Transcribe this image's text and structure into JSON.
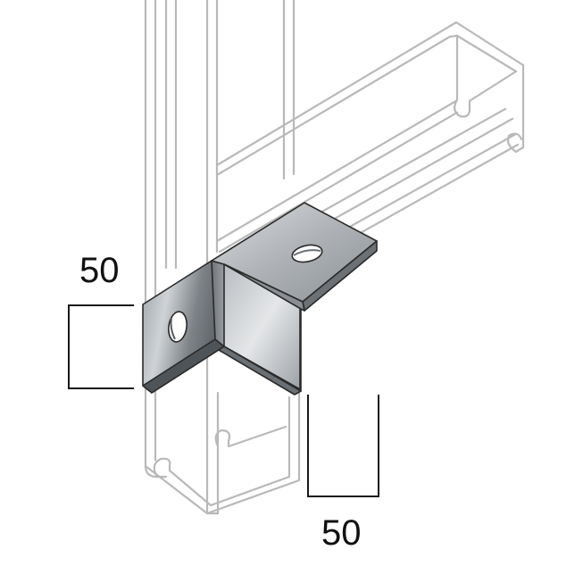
{
  "dimensions": {
    "left_label": "50",
    "bottom_label": "50"
  },
  "colors": {
    "channel_stroke": "#b9b9b9",
    "bracket_light": "#e6e8ea",
    "bracket_mid": "#a9adb2",
    "bracket_dark": "#5e6368",
    "dimension_line": "#1a1a1a"
  },
  "icons": {
    "bracket": "angle-bracket-illustration",
    "channel_vertical": "strut-channel-vertical",
    "channel_horizontal": "strut-channel-horizontal"
  }
}
